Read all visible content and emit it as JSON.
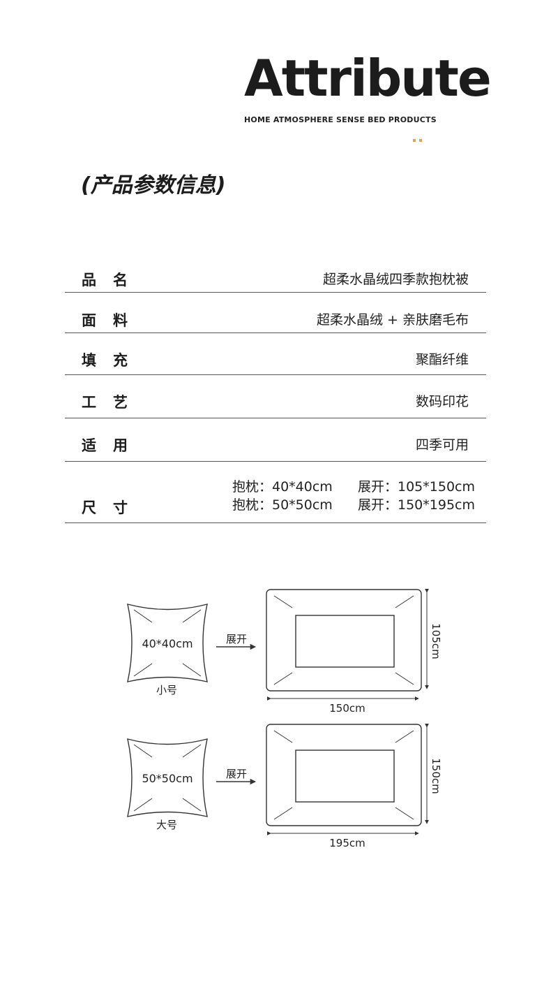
{
  "header": {
    "title": "Attribute",
    "subtitle": "HOME ATMOSPHERE SENSE BED PRODUCTS",
    "accent_color": "#e2a34a"
  },
  "section_title": "(产品参数信息)",
  "attributes": [
    {
      "label": "品名",
      "value": "超柔水晶绒四季款抱枕被"
    },
    {
      "label": "面料",
      "value": "超柔水晶绒 + 亲肤磨毛布"
    },
    {
      "label": "填充",
      "value": "聚酯纤维"
    },
    {
      "label": "工艺",
      "value": "数码印花"
    },
    {
      "label": "适用",
      "value": "四季可用"
    }
  ],
  "size_row": {
    "label": "尺寸",
    "lines": [
      {
        "pillow": "抱枕：40*40cm",
        "unfold": "展开：105*150cm"
      },
      {
        "pillow": "抱枕：50*50cm",
        "unfold": "展开：150*195cm"
      }
    ]
  },
  "diagrams": [
    {
      "pillow_size": "40*40cm",
      "size_name": "小号",
      "action": "展开",
      "width_label": "150cm",
      "height_label": "105cm"
    },
    {
      "pillow_size": "50*50cm",
      "size_name": "大号",
      "action": "展开",
      "width_label": "195cm",
      "height_label": "150cm"
    }
  ]
}
